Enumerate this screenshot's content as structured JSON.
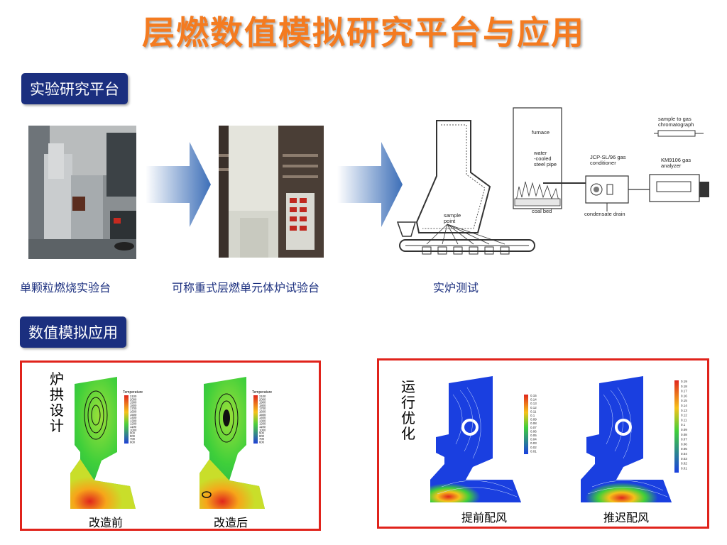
{
  "title": "层燃数值模拟研究平台与应用",
  "experimental": {
    "tag": "实验研究平台",
    "captions": [
      "单颗粒燃烧实验台",
      "可称重式层燃单元体炉试验台",
      "实炉测试"
    ],
    "schematic_labels": {
      "furnace": "furnace",
      "water_pipe": [
        "water",
        "-cooled",
        "steel pipe"
      ],
      "coal_bed": "coal bed",
      "sample_point": [
        "sample",
        "point"
      ],
      "conditioner": [
        "JCP-SL/96 gas",
        "conditioner"
      ],
      "condensate": "condensate drain",
      "chromatograph": [
        "sample to gas",
        "chromatograph"
      ],
      "analyzer": [
        "KM9106 gas",
        "analyzer"
      ]
    }
  },
  "simulation": {
    "tag": "数值模拟应用",
    "left_panel": {
      "vertical_label": "炉拱设计",
      "captions": [
        "改造前",
        "改造后"
      ],
      "legend_title": "Temperature",
      "legend_values": [
        "2100",
        "2000",
        "1900",
        "1800",
        "1700",
        "1600",
        "1500",
        "1400",
        "1300",
        "1200",
        "1100",
        "1000",
        "900",
        "800",
        "700",
        "600"
      ]
    },
    "right_panel": {
      "vertical_label": "运行优化",
      "captions": [
        "提前配风",
        "推迟配风"
      ],
      "legend_values_a": [
        "0.15",
        "0.14",
        "0.13",
        "0.12",
        "0.11",
        "0.1",
        "0.09",
        "0.08",
        "0.07",
        "0.06",
        "0.05",
        "0.04",
        "0.03",
        "0.02",
        "0.01"
      ],
      "legend_values_b": [
        "0.19",
        "0.18",
        "0.17",
        "0.16",
        "0.15",
        "0.14",
        "0.13",
        "0.12",
        "0.11",
        "0.1",
        "0.09",
        "0.08",
        "0.07",
        "0.06",
        "0.05",
        "0.04",
        "0.03",
        "0.02",
        "0.01"
      ]
    }
  },
  "colors": {
    "title": "#f47b20",
    "tag_bg": "#1b2f7f",
    "caption": "#1b2f7f",
    "panel_border": "#e0231b"
  }
}
